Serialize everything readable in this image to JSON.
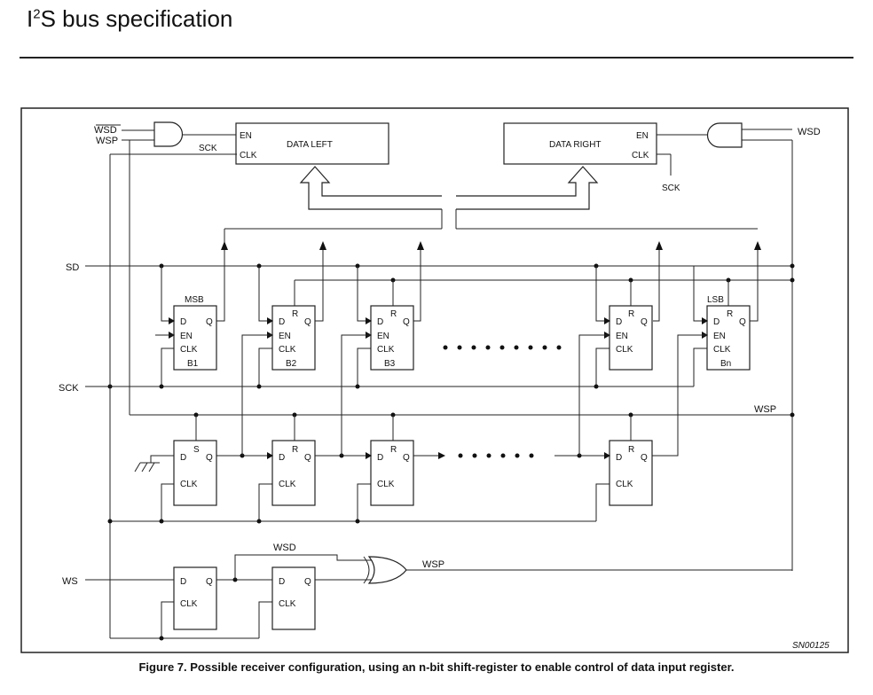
{
  "title": {
    "prefix": "I",
    "sup": "2",
    "rest": "S bus specification"
  },
  "caption": "Figure 7.  Possible receiver configuration, using an n-bit shift-register to enable control of data input register.",
  "ref_code": "SN00125",
  "signals": {
    "wsd_bar": "WSD",
    "wsp": "WSP",
    "wsd": "WSD",
    "sck": "SCK",
    "sd": "SD",
    "ws": "WS"
  },
  "registers": {
    "left": {
      "en": "EN",
      "clk": "CLK",
      "label": "DATA LEFT"
    },
    "right": {
      "en": "EN",
      "clk": "CLK",
      "label": "DATA RIGHT"
    }
  },
  "shift_register": {
    "pins": {
      "d": "D",
      "q": "Q",
      "r": "R",
      "s": "S",
      "en": "EN",
      "clk": "CLK"
    },
    "msb": "MSB",
    "lsb": "LSB",
    "cells": [
      "B1",
      "B2",
      "B3",
      "Bn"
    ]
  }
}
